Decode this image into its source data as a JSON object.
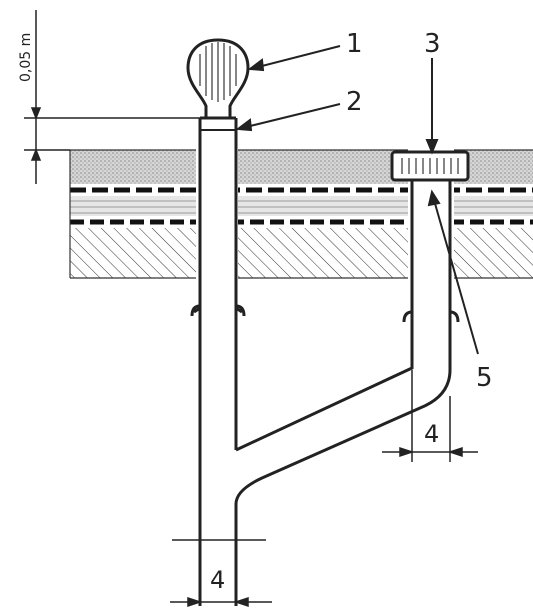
{
  "callouts": {
    "c1": "1",
    "c2": "2",
    "c3": "3",
    "c5": "5"
  },
  "dimensions": {
    "height": "0,05 m",
    "right_width": "4",
    "bottom_width": "4"
  },
  "colors": {
    "ink": "#222222",
    "paper": "#ffffff",
    "stipple": "#b9b9b9",
    "membrane": "#111111"
  }
}
